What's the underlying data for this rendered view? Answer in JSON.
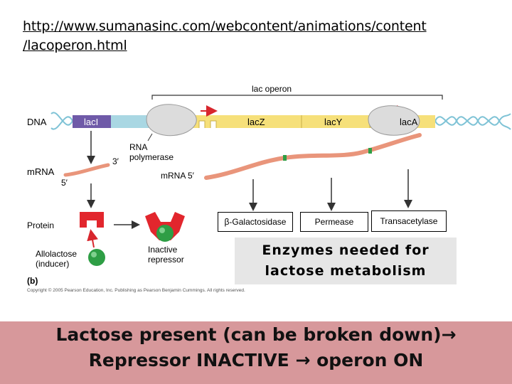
{
  "url_text": {
    "line1": "http://www.sumanasinc.com/webcontent/animations/content",
    "line2": "/lacoperon.html"
  },
  "diagram": {
    "operon_label": "lac operon",
    "dna_label": "DNA",
    "genes": {
      "laci": "lacI",
      "lacz": "lacZ",
      "lacy": "lacY",
      "laca": "lacA"
    },
    "rna_polymerase_label": "RNA\npolymerase",
    "mrna_label": "mRNA",
    "mrna_5prime": "5′",
    "three_prime": "3′",
    "polycistronic_label": "mRNA 5′",
    "protein_label": "Protein",
    "allolactose_label": "Allolactose\n(inducer)",
    "inactive_repressor_label": "Inactive\nrepressor",
    "enzymes": [
      "β-Galactosidase",
      "Permease",
      "Transacetylase"
    ],
    "panel_letter": "(b)",
    "copyright": "Copyright © 2005 Pearson Education, Inc. Publishing as Pearson Benjamin Cummings. All rights reserved."
  },
  "enzymes_needed": {
    "line1": "Enzymes needed for",
    "line2": "lactose metabolism"
  },
  "banner": {
    "line1": "Lactose present (can be broken down)",
    "line2": "Repressor INACTIVE  operon ON",
    "arrow_glyph": "→"
  },
  "colors": {
    "dna_blue": "#a9d7e3",
    "laci_purple": "#6f5aa8",
    "operon_yellow": "#f6e07a",
    "mrna_salmon": "#e9957b",
    "repressor_red": "#e2262d",
    "inducer_green": "#2e9e45",
    "banner_pink": "#d7989b",
    "enzyme_box_gray": "#e6e6e6"
  }
}
